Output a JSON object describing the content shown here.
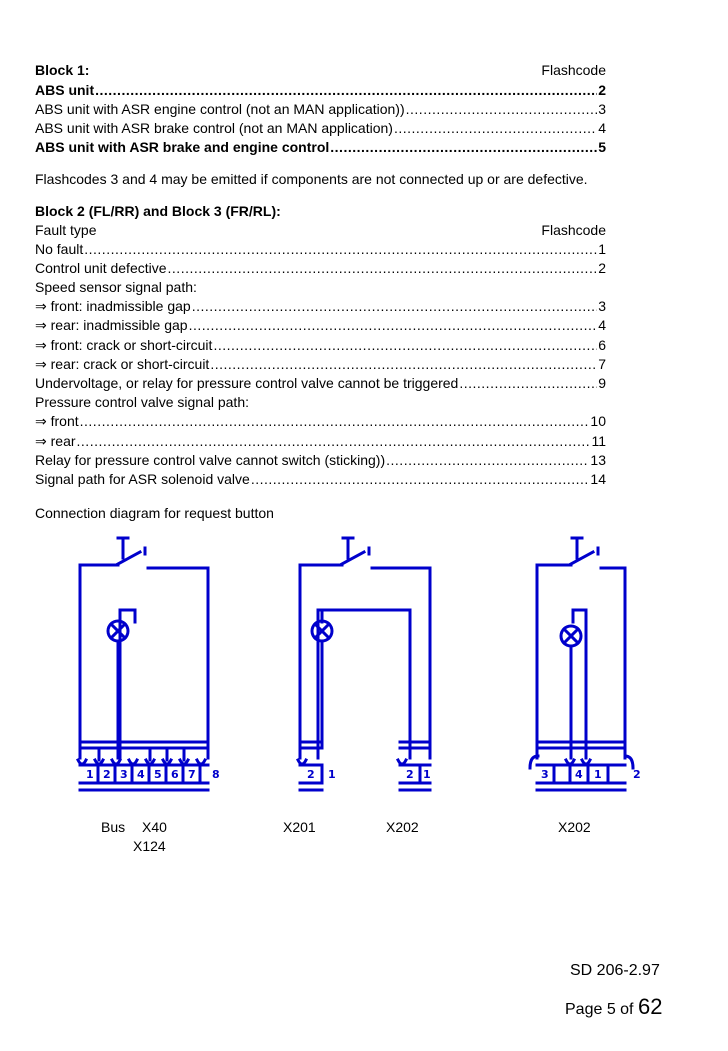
{
  "block1": {
    "heading": "Block 1:",
    "flashcode_header": "Flashcode",
    "rows": [
      {
        "label": "ABS unit",
        "code": "2",
        "bold": true
      },
      {
        "label": "ABS unit with ASR engine control (not an MAN application))",
        "code": "3",
        "bold": false
      },
      {
        "label": "ABS unit with ASR brake control (not an MAN application)",
        "code": "4",
        "bold": false
      },
      {
        "label": "ABS unit with ASR brake and engine control",
        "code": "5",
        "bold": true
      }
    ],
    "note": "Flashcodes 3 and 4 may be emitted if components are not connected up or are defective."
  },
  "block2": {
    "heading": "Block 2 (FL/RR) and Block 3 (FR/RL):",
    "fault_type_header": "Fault type",
    "flashcode_header": "Flashcode",
    "rows": [
      {
        "label": "No fault",
        "code": "1"
      },
      {
        "label": "Control unit defective",
        "code": "2"
      },
      {
        "label": "Speed sensor signal path:",
        "code": null
      },
      {
        "label": "⇒ front: inadmissible gap",
        "code": "3"
      },
      {
        "label": "⇒ rear: inadmissible gap",
        "code": "4"
      },
      {
        "label": "⇒ front: crack or short-circuit",
        "code": "6"
      },
      {
        "label": "⇒ rear: crack or short-circuit",
        "code": "7"
      },
      {
        "label": "Undervoltage, or relay for pressure control valve cannot be triggered",
        "code": "9"
      },
      {
        "label": "Pressure control valve signal path:",
        "code": null
      },
      {
        "label": "⇒ front",
        "code": "10"
      },
      {
        "label": "⇒ rear",
        "code": "11"
      },
      {
        "label": "Relay for pressure control valve cannot switch (sticking))",
        "code": "13"
      },
      {
        "label": "Signal path for ASR solenoid valve",
        "code": "14"
      }
    ]
  },
  "diagram": {
    "title": "Connection diagram for request button",
    "line_color": "#0000cc",
    "connector1": {
      "pins": [
        "1",
        "2",
        "3",
        "4",
        "5",
        "6",
        "7",
        "8"
      ],
      "caption_bus": "Bus",
      "caption_a": "X40",
      "caption_b": "X124"
    },
    "connector2": {
      "pins": [
        "2",
        "1"
      ],
      "caption": "X201"
    },
    "connector3": {
      "pins": [
        "2",
        "1"
      ],
      "caption": "X202"
    },
    "connector4": {
      "pins": [
        "3",
        "4",
        "1",
        "2"
      ],
      "caption": "X202"
    }
  },
  "footer": {
    "doc_id": "SD 206-2.97",
    "page_prefix": "Page 5 of",
    "page_total": "62"
  }
}
